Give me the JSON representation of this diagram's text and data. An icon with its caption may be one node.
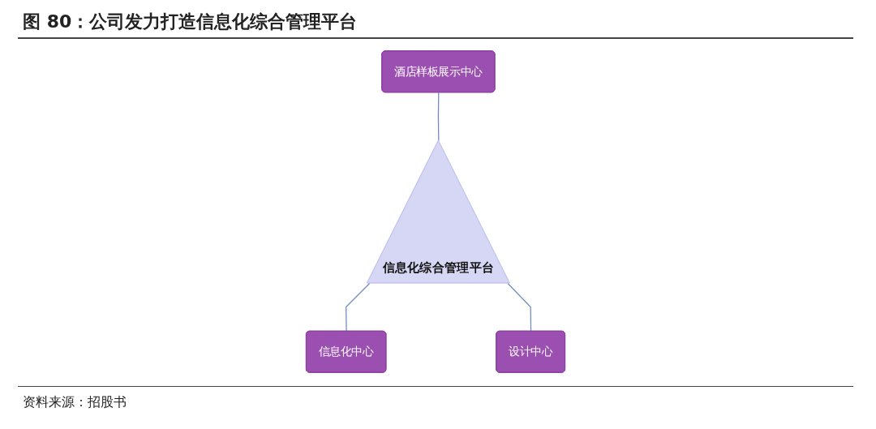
{
  "diagram": {
    "title": "图 80：公司发力打造信息化综合管理平台",
    "caption": "资料来源：招股书",
    "nodes": [
      {
        "text": [
          "酒店样板展示中心"
        ]
      },
      {
        "text": [
          "信息化综合管理平台"
        ]
      },
      {
        "text": [
          "信息化中心"
        ]
      },
      {
        "text": [
          "设计中心"
        ]
      }
    ],
    "edges": [
      {
        "from": 0,
        "to": 1,
        "arrow": "none"
      },
      {
        "from": 1,
        "to": 2,
        "arrow": "none"
      },
      {
        "from": 1,
        "to": 3,
        "arrow": "none"
      }
    ]
  }
}
